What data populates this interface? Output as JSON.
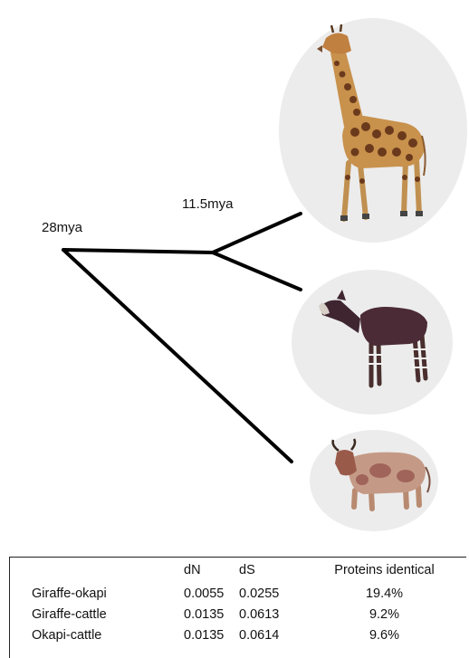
{
  "tree": {
    "root_label": "28mya",
    "node_label": "11.5mya"
  },
  "animals": [
    {
      "name": "giraffe",
      "icon": "giraffe-icon"
    },
    {
      "name": "okapi",
      "icon": "okapi-icon"
    },
    {
      "name": "cattle",
      "icon": "cattle-icon"
    }
  ],
  "table": {
    "headers": [
      "",
      "dN",
      "dS",
      "Proteins identical"
    ],
    "rows": [
      {
        "pair": "Giraffe-okapi",
        "dN": "0.0055",
        "dS": "0.0255",
        "identical": "19.4%"
      },
      {
        "pair": "Giraffe-cattle",
        "dN": "0.0135",
        "dS": "0.0613",
        "identical": "9.2%"
      },
      {
        "pair": "Okapi-cattle",
        "dN": "0.0135",
        "dS": "0.0614",
        "identical": "9.6%"
      }
    ]
  }
}
